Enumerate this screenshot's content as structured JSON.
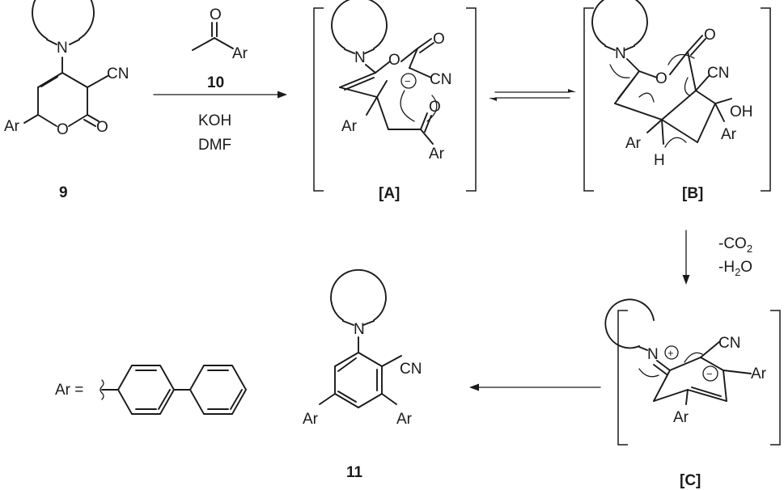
{
  "scheme": {
    "reagents": {
      "compound": "10",
      "base": "KOH",
      "solvent": "DMF"
    },
    "compounds": {
      "c9": "9",
      "c11": "11"
    },
    "intermediates": {
      "A": "[A]",
      "B": "[B]",
      "C": "[C]"
    },
    "elimination": {
      "line1_prefix": "-CO",
      "line1_sub": "2",
      "line2_prefix": "-H",
      "line2_sub": "2",
      "line2_suffix": "O"
    },
    "definition": {
      "label": "Ar ="
    },
    "atoms": {
      "N": "N",
      "O": "O",
      "CN": "CN",
      "Ar": "Ar",
      "OH": "OH",
      "H": "H",
      "minus": "−",
      "plus": "+"
    }
  }
}
